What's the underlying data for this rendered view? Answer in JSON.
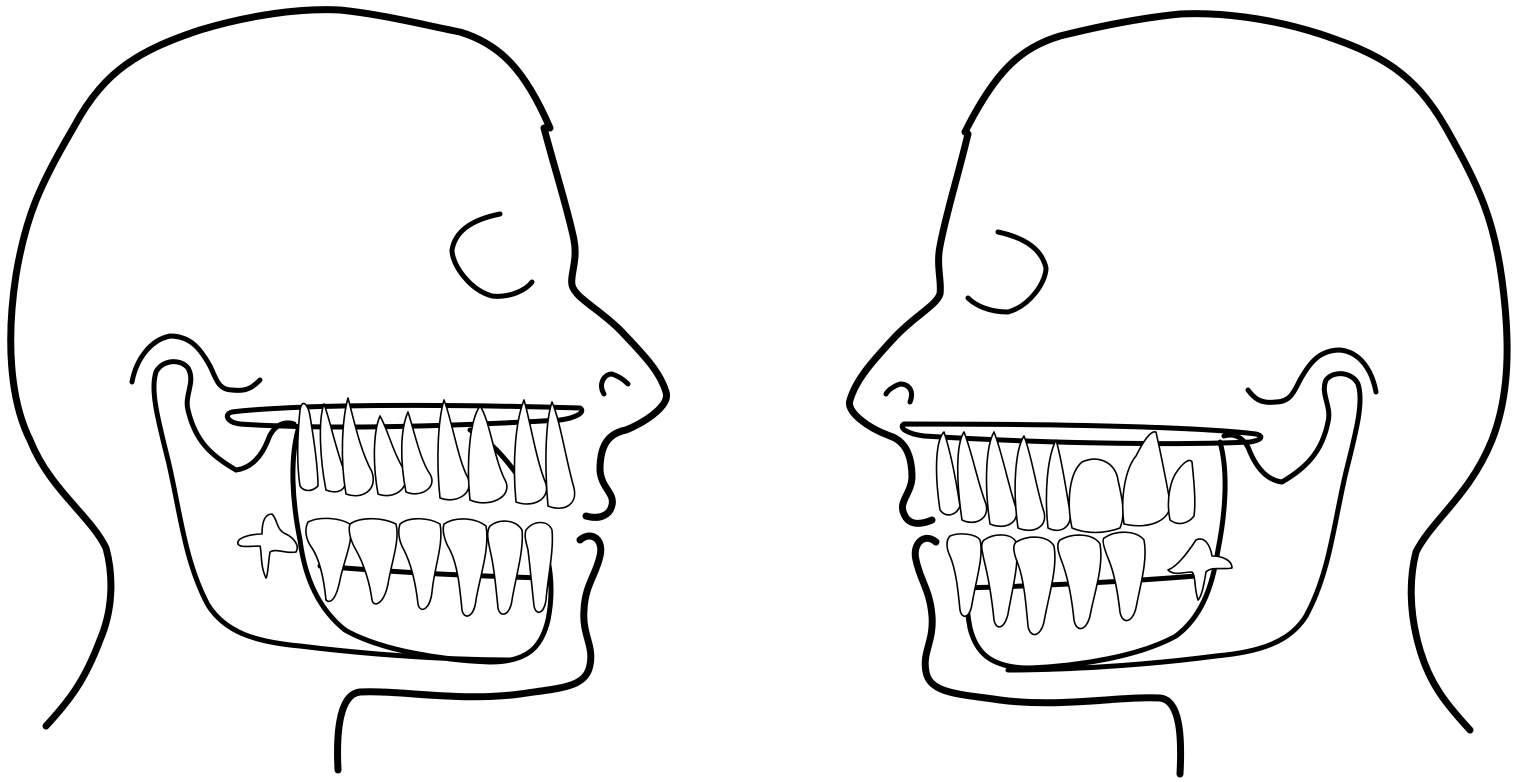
{
  "figure": {
    "subject": "two-facing-head-profiles-with-skull-and-dentition",
    "colors": {
      "background": "#ffffff",
      "line": "#000000"
    },
    "figures": [
      {
        "id": "left-head",
        "facing": "right"
      },
      {
        "id": "right-head",
        "facing": "left"
      }
    ]
  }
}
